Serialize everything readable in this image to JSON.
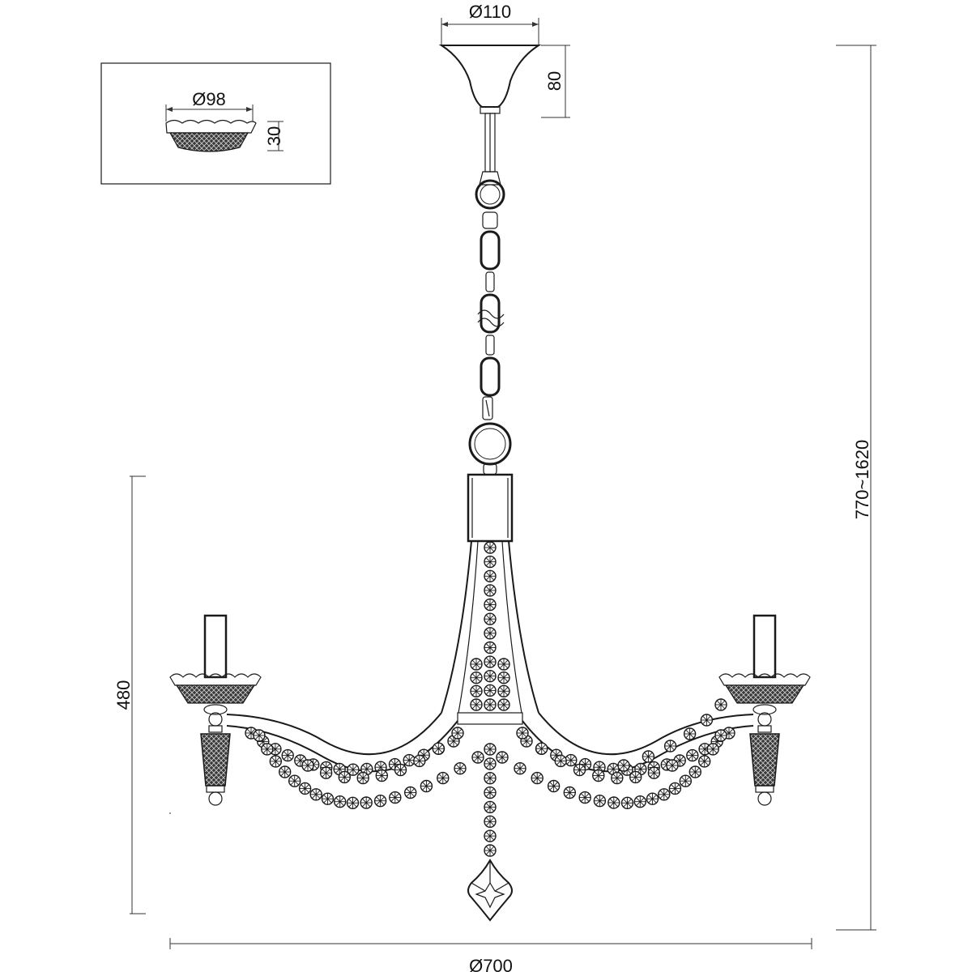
{
  "dimensions": {
    "canopy_diameter": "Ø110",
    "canopy_height": "80",
    "overall_height": "770~1620",
    "body_height": "480",
    "overall_diameter": "Ø700",
    "bobeche_diameter": "Ø98",
    "bobeche_height": "30"
  },
  "colors": {
    "line": "#1a1a1a",
    "dimension": "#333333",
    "background": "#ffffff"
  }
}
